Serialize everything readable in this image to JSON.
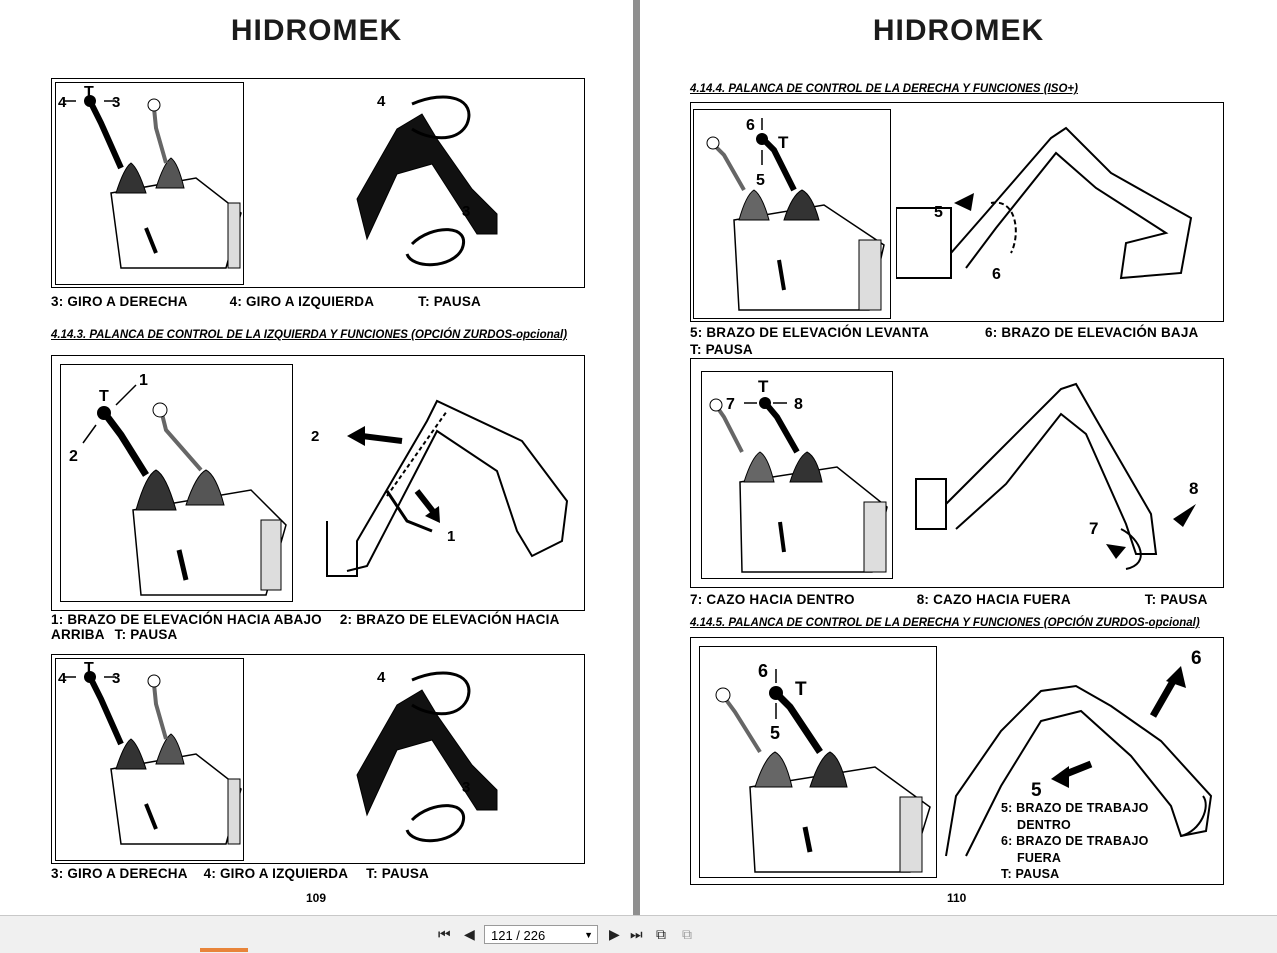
{
  "brand": "HIDROMEK",
  "left_page": {
    "panel1": {
      "labels": {
        "t": "T",
        "three": "3",
        "four": "4"
      },
      "caption": {
        "p1": "3: GIRO A ",
        "b1": "DERECHA",
        "p2": "4: GIRO A ",
        "b2": "IZQUIERDA",
        "p3": "T: PAUSA"
      }
    },
    "section_title": "4.14.3. PALANCA DE CONTROL DE LA IZQUIERDA Y FUNCIONES (OPCIÓN ZURDOS-opcional)",
    "panel2": {
      "labels": {
        "t": "T",
        "one": "1",
        "two": "2"
      },
      "caption": {
        "p1": "1: BRAZO DE ELEVACIÓN ",
        "b1": "HACIA ABAJO",
        "p2": "2: BRAZO DE ELEVACIÓN ",
        "b2": "HACIA",
        "b3": "ARRIBA",
        "p3": "T: PAUSA"
      }
    },
    "panel3": {
      "labels": {
        "t": "T",
        "three": "3",
        "four": "4"
      },
      "caption": {
        "p1": "3: GIRO A ",
        "b1": "DERECHA",
        "p2": "4: GIRO A ",
        "b2": "IZQUIERDA",
        "p3": "T: PAUSA"
      }
    },
    "page_number": "109"
  },
  "right_page": {
    "section_title_1": "4.14.4. PALANCA DE CONTROL DE LA DERECHA Y FUNCIONES (ISO+)",
    "panel1": {
      "labels": {
        "t": "T",
        "five": "5",
        "six": "6"
      },
      "caption": {
        "p1": "5: BRAZO DE ELEVACIÓN ",
        "b1": "LEVANTA",
        "p2": "6: BRAZO DE ELEVACIÓN ",
        "b2": "BAJA",
        "p3": "T: PAUSA"
      }
    },
    "panel2": {
      "labels": {
        "t": "T",
        "seven": "7",
        "eight": "8"
      },
      "caption": {
        "p1": "7: CAZO HACIA ",
        "b1": "DENTRO",
        "p2": "8: CAZO HACIA ",
        "b2": "FUERA",
        "p3": "T: PAUSA"
      }
    },
    "section_title_2": "4.14.5. PALANCA DE CONTROL DE LA DERECHA Y FUNCIONES (OPCIÓN ZURDOS-opcional)",
    "panel3": {
      "labels": {
        "t": "T",
        "five": "5",
        "six": "6"
      },
      "legend": {
        "l1": "5: BRAZO DE TRABAJO",
        "l1b": "DENTRO",
        "l2": "6: BRAZO DE TRABAJO",
        "l2b": "FUERA",
        "l3": "T: ",
        "l3b": "PAUSA"
      }
    },
    "page_number": "110"
  },
  "toolbar": {
    "page_display": "121 / 226",
    "icons": [
      "first-page-icon",
      "previous-page-icon",
      "next-page-icon",
      "last-page-icon",
      "single-page-view-icon",
      "two-page-view-icon"
    ]
  }
}
